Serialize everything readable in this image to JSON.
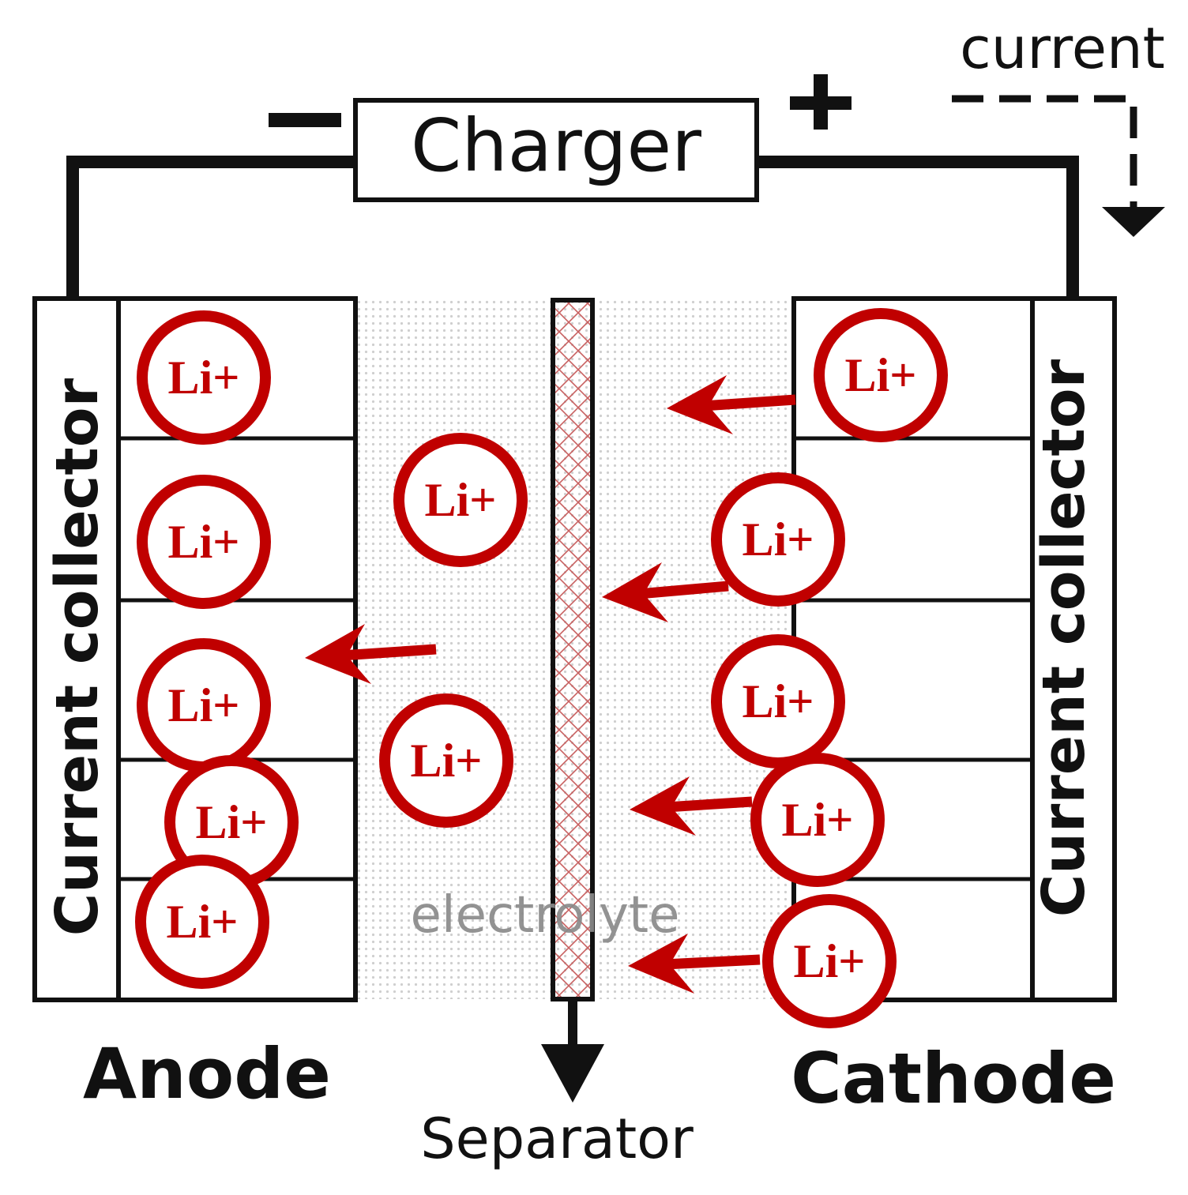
{
  "charger": {
    "label": "Charger",
    "minus_sign": "−",
    "plus_sign": "+"
  },
  "current": {
    "label": "current"
  },
  "labels": {
    "anode": "Anode",
    "cathode": "Cathode",
    "separator": "Separator",
    "electrolyte": "electrolyte",
    "anode_collector": "Current collector",
    "cathode_collector": "Current collector"
  },
  "ions": {
    "label": "Li+",
    "anode": [
      "Li+",
      "Li+",
      "Li+",
      "Li+",
      "Li+"
    ],
    "electrolyte": [
      "Li+",
      "Li+"
    ],
    "cathode": [
      "Li+",
      "Li+",
      "Li+",
      "Li+",
      "Li+"
    ]
  },
  "colors": {
    "ion": "#c00000",
    "line": "#111111",
    "electrolyte_dots": "#cfcfcf",
    "electrolyte_text": "#8a8a8a"
  }
}
